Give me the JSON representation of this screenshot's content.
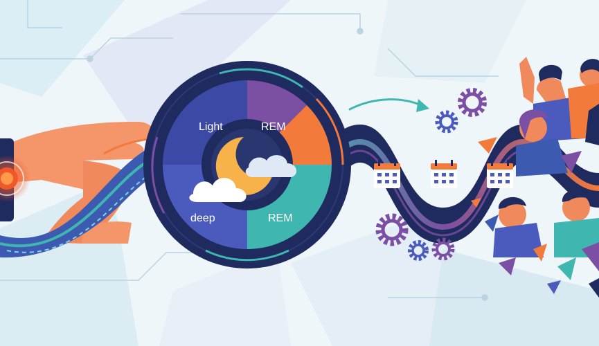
{
  "sleep_dial": {
    "labels": {
      "light": "Light",
      "rem_top": "REM",
      "deep": "deep",
      "rem_bottom": "REM"
    }
  },
  "icons": [
    "smartwatch-icon",
    "moon-icon",
    "cloud-icon",
    "calendar-icon",
    "gear-icon",
    "arrow-icon"
  ],
  "colors": {
    "navy": "#1f2a5e",
    "purple": "#7b4fa3",
    "orange": "#f27a3a",
    "teal": "#3fb6b0",
    "blue": "#4a5bbd",
    "moon": "#f7b24a"
  }
}
